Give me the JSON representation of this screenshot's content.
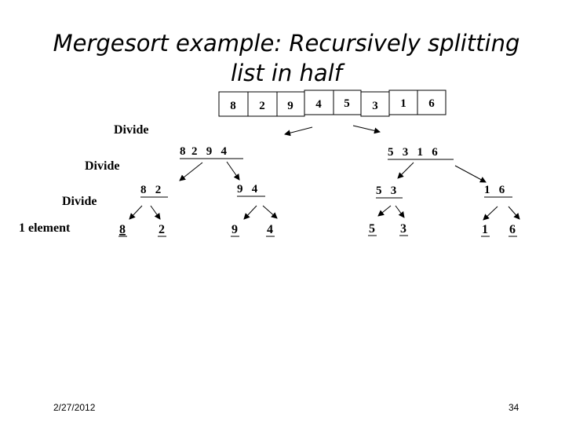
{
  "slide": {
    "title_line1": "Mergesort example: Recursively splitting",
    "title_line2": "list in half",
    "date": "2/27/2012",
    "page_number": "34"
  },
  "array_cells": [
    "8",
    "2",
    "9",
    "4",
    "5",
    "3",
    "1",
    "6"
  ],
  "level_labels": {
    "divide_1": "Divide",
    "divide_2": "Divide",
    "divide_3": "Divide",
    "one_element": "1 element"
  },
  "level1": {
    "left": "8  2   9   4",
    "right": "5   3   1   6"
  },
  "level2": {
    "left_left": "8   2",
    "left_right": "9   4",
    "right_left": "5   3",
    "right_right": "1   6"
  },
  "level3": [
    "8",
    "2",
    "9",
    "4",
    "5",
    "3",
    "1",
    "6"
  ]
}
